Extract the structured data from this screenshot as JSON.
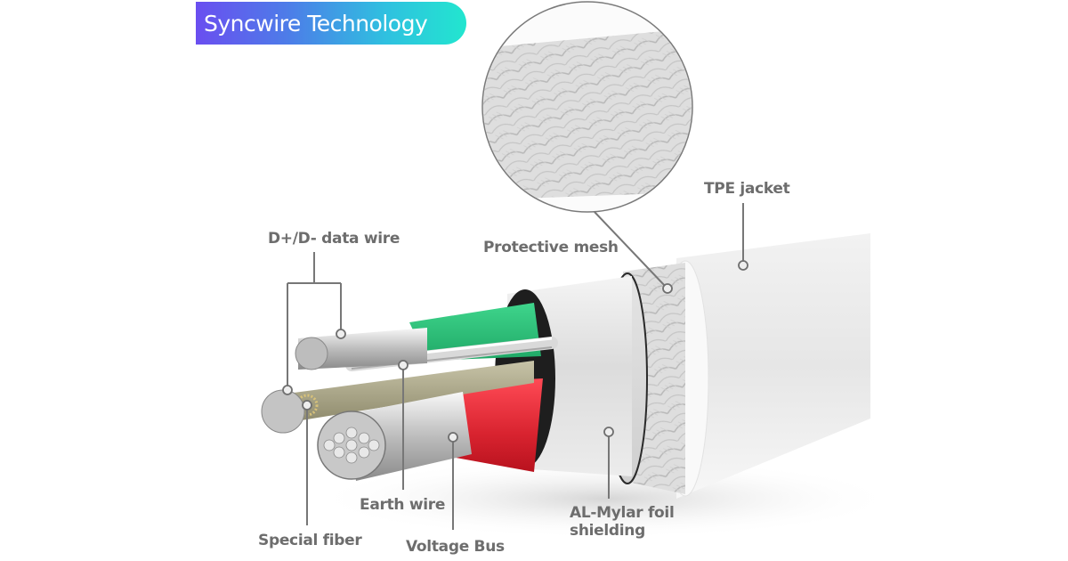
{
  "badge": {
    "title": "Syncwire Technology"
  },
  "labels": {
    "data_wire": "D+/D- data wire",
    "protective_mesh": "Protective mesh",
    "tpe_jacket": "TPE jacket",
    "earth_wire": "Earth wire",
    "special_fiber": "Special fiber",
    "voltage_bus": "Voltage Bus",
    "foil_line1": "AL-Mylar foil",
    "foil_line2": "shielding"
  },
  "colors": {
    "badge_start": "#6a4ef0",
    "badge_end": "#22e6cf",
    "green_insulation": "#2fc07a",
    "red_insulation": "#d8232f",
    "label_text": "#6d6d6d",
    "leader_line": "#777777"
  }
}
